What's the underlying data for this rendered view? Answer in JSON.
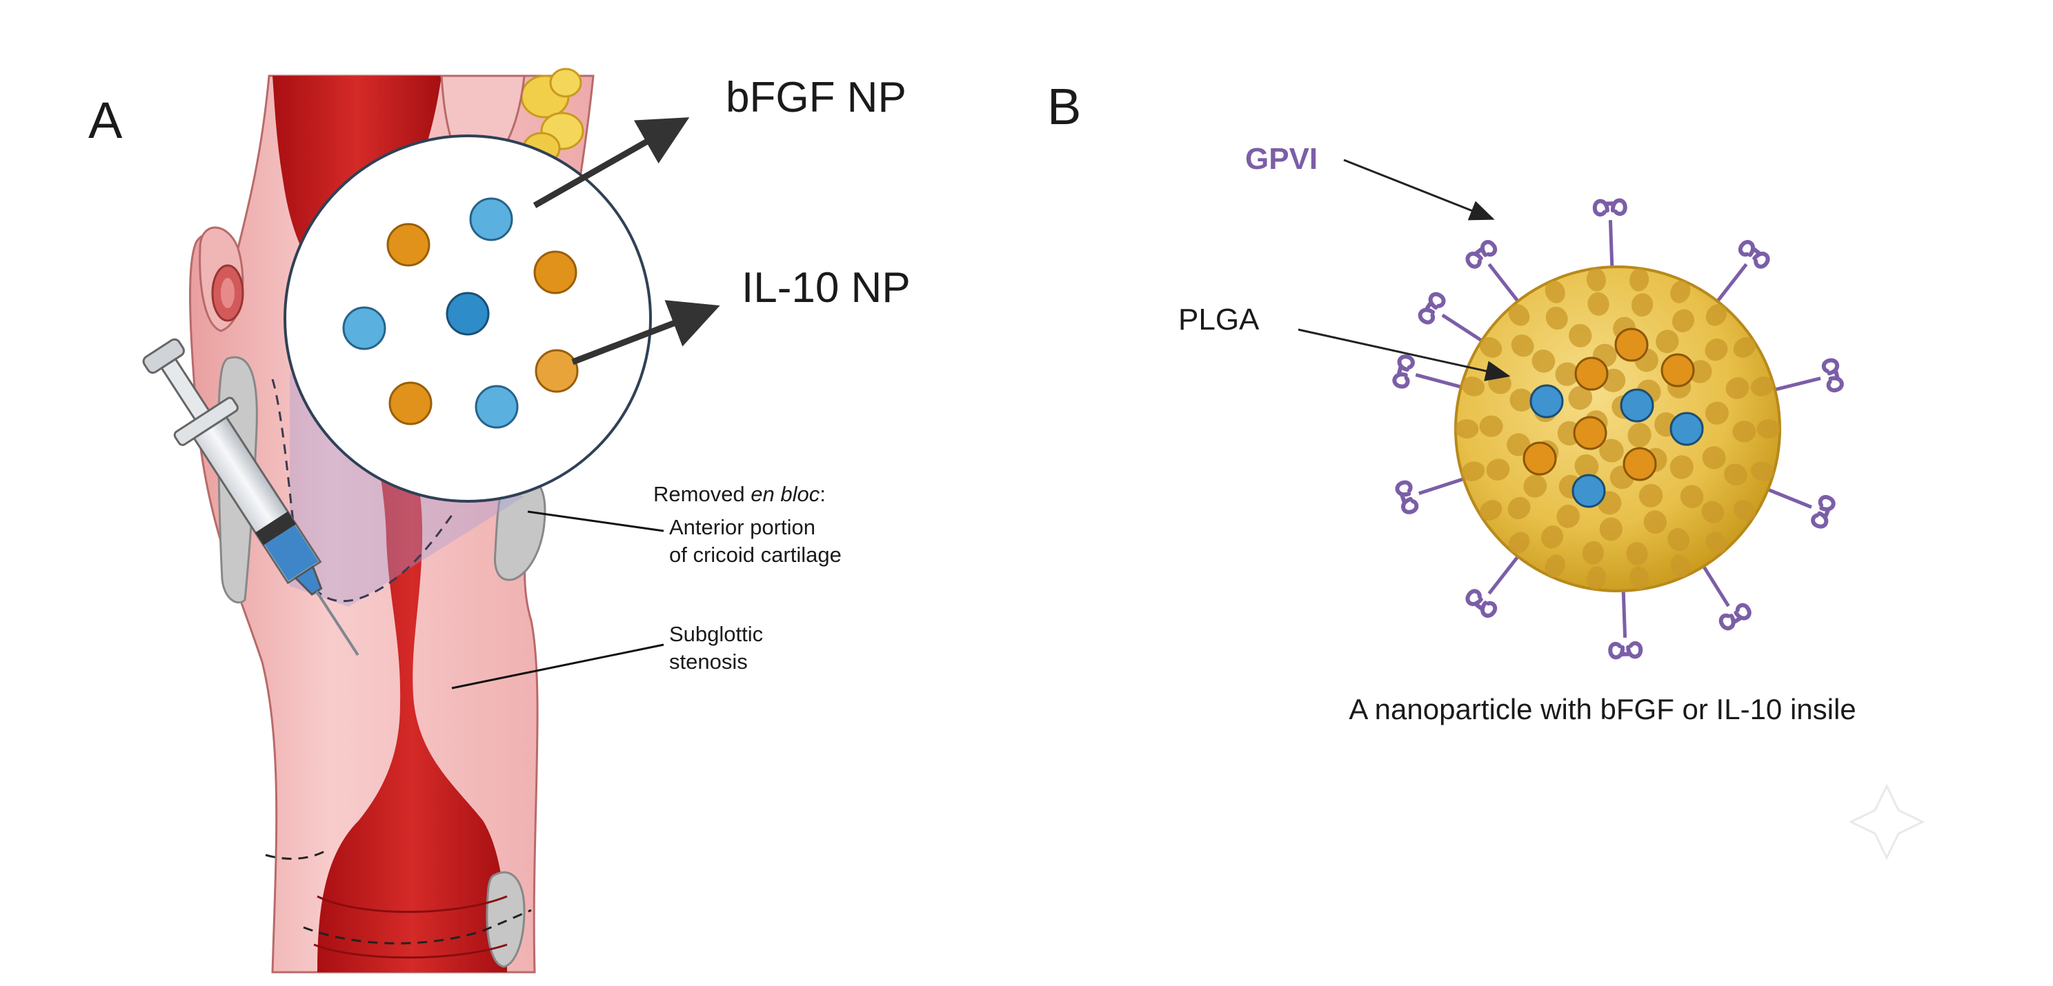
{
  "panel_a": {
    "letter": "A",
    "np_labels": {
      "bfgf": "bFGF NP",
      "il10": "IL-10 NP"
    },
    "removed_prefix": "Removed ",
    "removed_italic": "en bloc",
    "removed_suffix": ":",
    "cartilage_line1": "Anterior portion",
    "cartilage_line2": "of cricoid cartilage",
    "stenosis_line1": "Subglottic",
    "stenosis_line2": "stenosis"
  },
  "panel_b": {
    "letter": "B",
    "gpvi_label": "GPVI",
    "plga_label": "PLGA",
    "caption": "A nanoparticle with bFGF or IL-10 insile"
  },
  "colors": {
    "tissue_pink": "#f2b9b9",
    "tissue_red": "#c81c1c",
    "bfgf_orange": "#e0921a",
    "il10_blue": "#4aa7d8",
    "plga_gold": "#e6be3e",
    "gpvi_purple": "#7b5ea7",
    "arrow_dark": "#333333"
  }
}
